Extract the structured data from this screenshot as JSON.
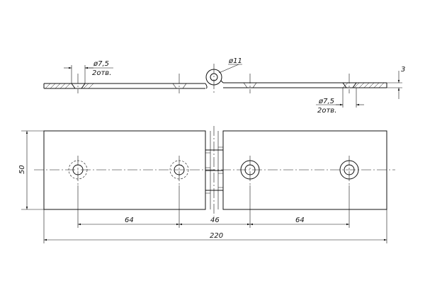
{
  "top_view": {
    "pin_diameter": "ø11",
    "thickness": "3",
    "left_hole_diameter": "ø7,5",
    "left_hole_count": "2отв.",
    "right_hole_diameter": "ø7,5",
    "right_hole_count": "2отв."
  },
  "front_view": {
    "height": "50",
    "left_spacing": "64",
    "middle_spacing": "46",
    "right_spacing": "64",
    "overall_length": "220"
  }
}
